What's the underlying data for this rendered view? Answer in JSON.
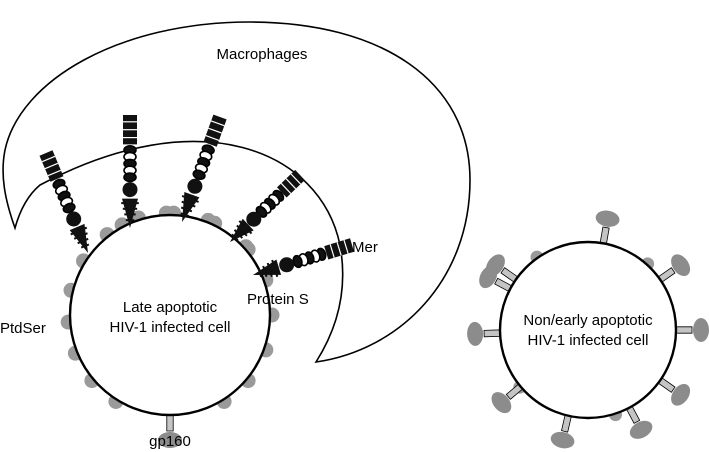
{
  "labels": {
    "macrophages": "Macrophages",
    "mer": "Mer",
    "protein_s": "Protein S",
    "ptdser": "PtdSer",
    "gp160": "gp160",
    "late_cell_line1": "Late apoptotic",
    "late_cell_line2": "HIV-1 infected cell",
    "early_cell_line1": "Non/early apoptotic",
    "early_cell_line2": "HIV-1 infected cell"
  },
  "colors": {
    "outline": "#000000",
    "ptdser_fill": "#9a9a9a",
    "gp160_fill": "#8c8c8c",
    "gp160_stem": "#c4c4c4",
    "receptor_fill": "#111111",
    "background": "#ffffff"
  }
}
